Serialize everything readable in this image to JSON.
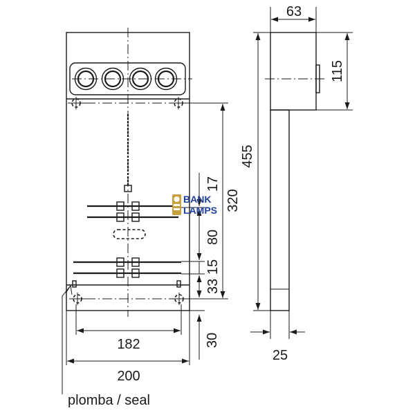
{
  "dimensions": {
    "top_depth": "63",
    "top_height": "115",
    "total_height": "455",
    "inner_height": "320",
    "gap_17": "17",
    "gap_80": "80",
    "gap_15": "15",
    "gap_33": "33",
    "bottom_30": "30",
    "inner_width": "182",
    "total_width": "200",
    "bottom_depth": "25"
  },
  "labels": {
    "seal": "plomba / seal"
  },
  "watermark": {
    "line1": "BANK",
    "line2": "LAMPS",
    "accent_color": "#1f3f9a",
    "icon": "lamp-logo-icon"
  }
}
